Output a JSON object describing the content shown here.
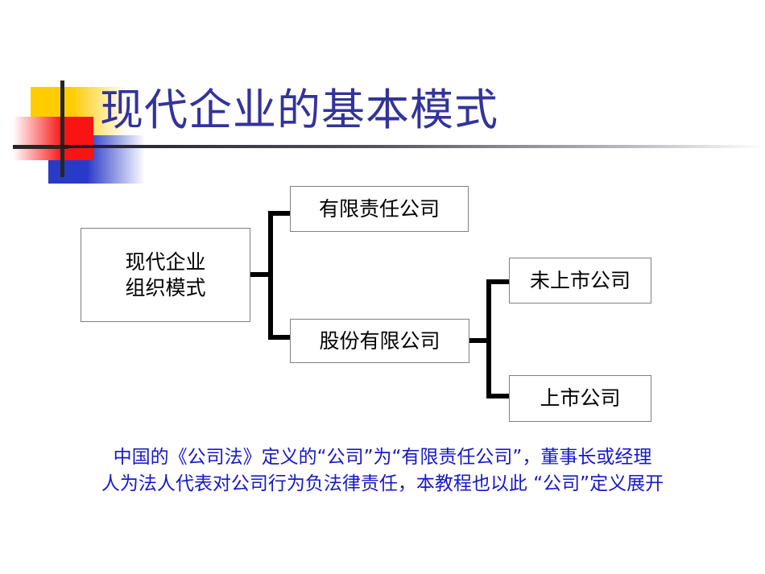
{
  "slide": {
    "title": "现代企业的基本模式",
    "title_color": "#33339A",
    "background": "#FFFFFF"
  },
  "logo": {
    "yellow_color": "#FFCC00",
    "blue_color": "#2A3AC8",
    "red_color": "#F91414",
    "bar_color": "#262626"
  },
  "diagram": {
    "type": "tree",
    "nodes": [
      {
        "id": "root",
        "label": "现代企业\n组织模式"
      },
      {
        "id": "llc",
        "label": "有限责任公司"
      },
      {
        "id": "jsc",
        "label": "股份有限公司"
      },
      {
        "id": "unlisted",
        "label": "未上市公司"
      },
      {
        "id": "listed",
        "label": "上市公司"
      }
    ],
    "edges": [
      {
        "from": "root",
        "to": "llc"
      },
      {
        "from": "root",
        "to": "jsc"
      },
      {
        "from": "jsc",
        "to": "unlisted"
      },
      {
        "from": "jsc",
        "to": "listed"
      }
    ],
    "box_border_color": "#808080",
    "connector_color": "#000000"
  },
  "footnote": {
    "color": "#1818C8",
    "lines": [
      "中国的《公司法》定义的“公司”为“有限责任公司”，董事长或经理",
      "人为法人代表对公司行为负法律责任，本教程也以此 “公司”定义展开"
    ]
  }
}
